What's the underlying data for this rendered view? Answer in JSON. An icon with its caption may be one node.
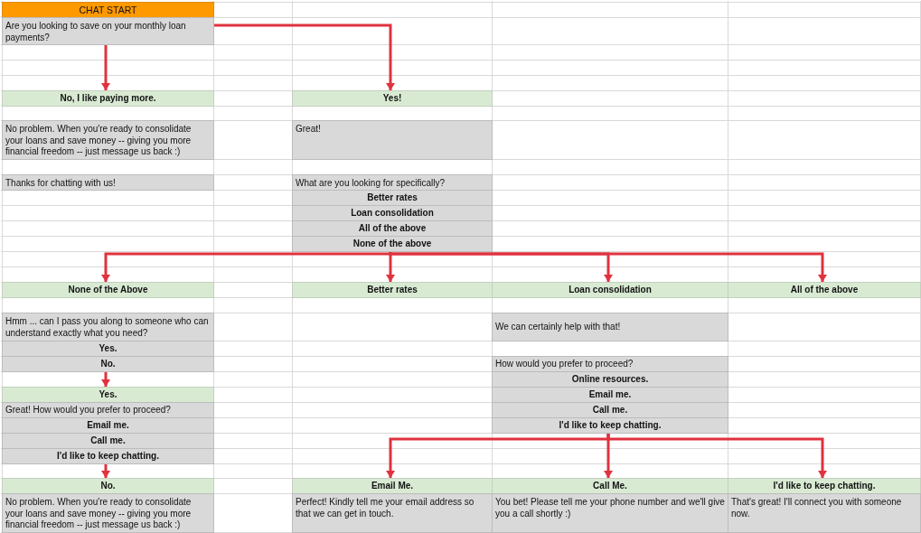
{
  "diagram": {
    "nodes": [
      {
        "text": [
          "CHAT START"
        ]
      },
      {
        "text": [
          "Are you looking to save on your monthly loan payments?"
        ]
      },
      {
        "text": [
          "No, I like paying more."
        ]
      },
      {
        "text": [
          "Yes!"
        ]
      },
      {
        "text": [
          "No problem. When you're ready to consolidate your loans and save money -- giving you more financial freedom -- just message us back :)"
        ]
      },
      {
        "text": [
          "Great!"
        ]
      },
      {
        "text": [
          "Thanks for chatting with us!"
        ]
      },
      {
        "text": [
          "What are you looking for specifically?"
        ]
      },
      {
        "text": [
          "Better rates"
        ]
      },
      {
        "text": [
          "Loan consolidation"
        ]
      },
      {
        "text": [
          "All of the above"
        ]
      },
      {
        "text": [
          "None of the above"
        ]
      },
      {
        "text": [
          "None of the Above"
        ]
      },
      {
        "text": [
          "Better rates"
        ]
      },
      {
        "text": [
          "Loan consolidation"
        ]
      },
      {
        "text": [
          "All of the above"
        ]
      },
      {
        "text": [
          "Hmm ... can I pass you along to someone who can understand exactly what you need?"
        ]
      },
      {
        "text": [
          "We can certainly help with that!"
        ]
      },
      {
        "text": [
          "Yes."
        ]
      },
      {
        "text": [
          "No."
        ]
      },
      {
        "text": [
          "How would you prefer to proceed?"
        ]
      },
      {
        "text": [
          "Online resources."
        ]
      },
      {
        "text": [
          "Yes."
        ]
      },
      {
        "text": [
          "Email me."
        ]
      },
      {
        "text": [
          "Great! How would you prefer to proceed?"
        ]
      },
      {
        "text": [
          "Call me."
        ]
      },
      {
        "text": [
          "Email me."
        ]
      },
      {
        "text": [
          "I'd like to keep chatting."
        ]
      },
      {
        "text": [
          "Call me."
        ]
      },
      {
        "text": [
          "I'd like to keep chatting."
        ]
      },
      {
        "text": [
          "No."
        ]
      },
      {
        "text": [
          "Email Me."
        ]
      },
      {
        "text": [
          "Call Me."
        ]
      },
      {
        "text": [
          "I'd like to keep chatting."
        ]
      },
      {
        "text": [
          "No problem. When you're ready to consolidate your loans and save money -- giving you more financial freedom -- just message us back :)"
        ]
      },
      {
        "text": [
          "Perfect! Kindly tell me your email address so that we can get in touch."
        ]
      },
      {
        "text": [
          "You bet! Please tell me your phone number and we'll give you a call shortly :)"
        ]
      },
      {
        "text": [
          "That's great! I'll connect you with someone now."
        ]
      }
    ],
    "edges": [
      {
        "from": 1,
        "to": 2,
        "arrow": "to"
      },
      {
        "from": 1,
        "to": 3,
        "arrow": "to"
      },
      {
        "from": 11,
        "to": 12,
        "arrow": "to"
      },
      {
        "from": 11,
        "to": 13,
        "arrow": "to"
      },
      {
        "from": 11,
        "to": 14,
        "arrow": "to"
      },
      {
        "from": 11,
        "to": 15,
        "arrow": "to"
      },
      {
        "from": 19,
        "to": 22,
        "arrow": "to"
      },
      {
        "from": 29,
        "to": 30,
        "arrow": "to"
      },
      {
        "from": 27,
        "to": 31,
        "arrow": "to"
      },
      {
        "from": 27,
        "to": 32,
        "arrow": "to"
      },
      {
        "from": 27,
        "to": 33,
        "arrow": "to"
      }
    ]
  }
}
